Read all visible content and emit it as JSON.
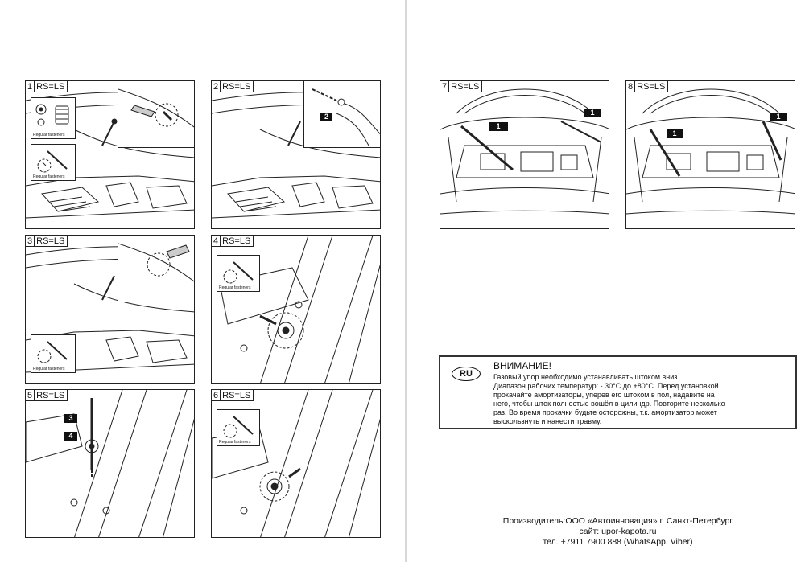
{
  "panels": [
    {
      "num": "1",
      "tag": "RS=LS",
      "insets": [
        "Regular fasteners",
        "Regular fasteners"
      ],
      "callouts": []
    },
    {
      "num": "2",
      "tag": "RS=LS",
      "insets": [],
      "callouts": [
        "2"
      ]
    },
    {
      "num": "3",
      "tag": "RS=LS",
      "insets": [
        "Regular fasteners"
      ],
      "callouts": []
    },
    {
      "num": "4",
      "tag": "RS=LS",
      "insets": [
        "Regular fasteners"
      ],
      "callouts": []
    },
    {
      "num": "5",
      "tag": "RS=LS",
      "insets": [],
      "callouts": [
        "3",
        "4"
      ]
    },
    {
      "num": "6",
      "tag": "RS=LS",
      "insets": [
        "Regular fasteners"
      ],
      "callouts": []
    },
    {
      "num": "7",
      "tag": "RS=LS",
      "insets": [],
      "callouts": [
        "1",
        "1"
      ]
    },
    {
      "num": "8",
      "tag": "RS=LS",
      "insets": [],
      "callouts": [
        "1",
        "1"
      ]
    }
  ],
  "warning": {
    "badge": "RU",
    "title": "ВНИМАНИЕ!",
    "lines": [
      "Газовый упор необходимо устанавливать штоком вниз.",
      "Диапазон рабочих температур: - 30°C до +80°C. Перед установкой",
      "прокачайте амортизаторы, уперев его штоком в пол,   надавите на",
      "него, чтобы шток полностью вошёл в цилиндр. Повторите несколько",
      "раз. Во время прокачки будьте осторожны, т.к. амортизатор может",
      "выскользнуть и нанести травму."
    ]
  },
  "manufacturer": {
    "line1": "Производитель:ООО «Автоинновация» г. Санкт-Петербург",
    "line2": "сайт: upor-kapota.ru",
    "line3": "тел. +7911 7900 888 (WhatsApp, Viber)"
  }
}
